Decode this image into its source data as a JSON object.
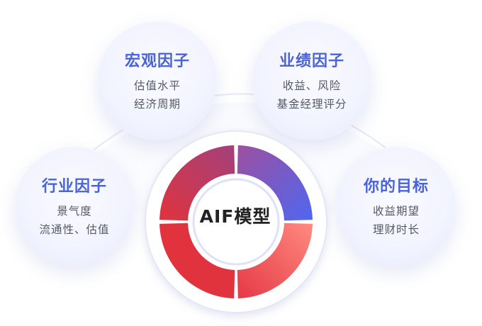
{
  "center": {
    "label": "AIF模型"
  },
  "factors": {
    "macro": {
      "title": "宏观因子",
      "lines": [
        "估值水平",
        "经济周期"
      ]
    },
    "performance": {
      "title": "业绩因子",
      "lines": [
        "收益、风险",
        "基金经理评分"
      ]
    },
    "industry": {
      "title": "行业因子",
      "lines": [
        "景气度",
        "流通性、估值"
      ]
    },
    "goal": {
      "title": "你的目标",
      "lines": [
        "收益期望",
        "理财时长"
      ]
    }
  },
  "colors": {
    "title_text": "#4a63d8",
    "ring_top_right_start": "#9c4fa0",
    "ring_top_right_end": "#4f67f0",
    "ring_bottom_right_start": "#ff8a80",
    "ring_bottom_right_end": "#e53945",
    "ring_bottom_left": "#e0333d",
    "ring_top_left_start": "#e0333d",
    "ring_top_left_end": "#a2417c"
  }
}
